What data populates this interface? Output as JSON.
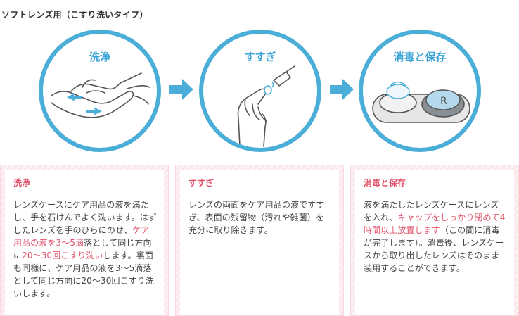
{
  "page": {
    "title": "ソフトレンズ用（こすり洗いタイプ）"
  },
  "steps": [
    {
      "circle_title": "洗浄",
      "panel_title": "洗浄",
      "body": [
        {
          "text": "レンズケースにケア用品の液を満たし、手を石けんでよく洗います。はずしたレンズを手のひらにのせ、",
          "hl": false
        },
        {
          "text": "ケア用品の液を3〜5滴",
          "hl": true
        },
        {
          "text": "落として同じ方向に",
          "hl": false
        },
        {
          "text": "20〜30回こすり洗い",
          "hl": true
        },
        {
          "text": "します。裏面も同様に、ケア用品の液を3〜5滴落として同じ方向に20〜30回こすり洗いします。",
          "hl": false
        }
      ]
    },
    {
      "circle_title": "すすぎ",
      "panel_title": "すすぎ",
      "body": [
        {
          "text": "レンズの両面をケア用品の液ですすぎ、表面の残留物（汚れや雑菌）を充分に取り除きます。",
          "hl": false
        }
      ]
    },
    {
      "circle_title": "消毒と保存",
      "panel_title": "消毒と保存",
      "body": [
        {
          "text": "液を満たしたレンズケースにレンズを入れ、",
          "hl": false
        },
        {
          "text": "キャップをしっかり閉めて4時間以上放置します",
          "hl": true
        },
        {
          "text": "（この間に消毒が完了します）。消毒後、レンズケースから取り出したレンズはそのまま装用することができます。",
          "hl": false
        }
      ]
    }
  ],
  "illustrations": {
    "case_label": "R"
  },
  "colors": {
    "circle_blue": "#4aaed8",
    "title_blue": "#3aa4d6",
    "arrow_blue": "#4aaed8",
    "highlight_pink": "#e0546b",
    "panel_stripe": "#fbe7eb"
  },
  "icons": [
    "hands-washing-icon",
    "lens-rinse-icon",
    "lens-case-icon",
    "arrow-right-icon"
  ]
}
